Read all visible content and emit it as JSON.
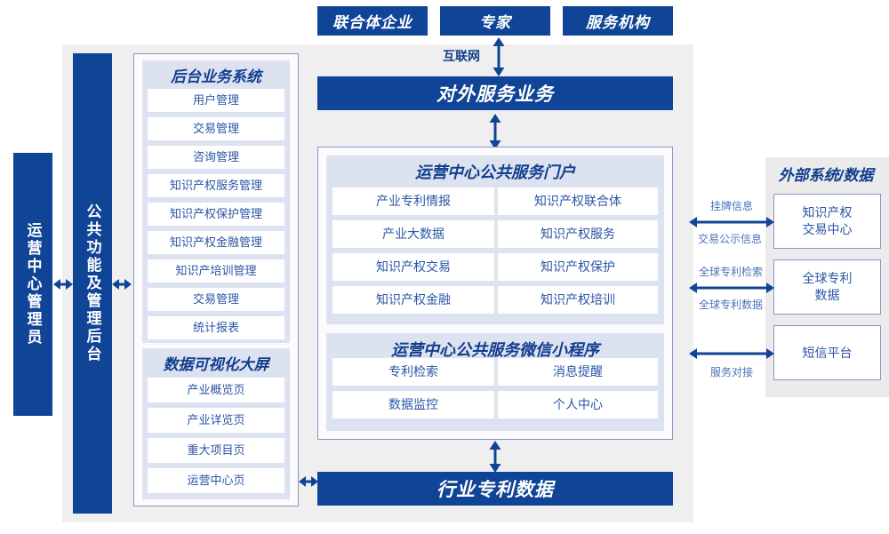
{
  "colors": {
    "primary_blue": "#0f4496",
    "title_blue": "#123e8e",
    "cell_text_blue": "#2b56a6",
    "label_blue": "#4b72b8",
    "group_bg": "#dde2f0",
    "canvas_bg": "#efefef",
    "panel_bg": "#ebebeb",
    "card_border": "#8e93c4"
  },
  "top_actors": [
    {
      "label": "联合体企业"
    },
    {
      "label": "专家"
    },
    {
      "label": "服务机构"
    }
  ],
  "internet_label": "互联网",
  "external_service_bar": "对外服务业务",
  "industry_data_bar": "行业专利数据",
  "left_bars": [
    {
      "label": "运营中心管理员"
    },
    {
      "label": "公共功能及管理后台"
    }
  ],
  "backend_group": {
    "title": "后台业务系统",
    "items": [
      {
        "label": "用户管理"
      },
      {
        "label": "交易管理"
      },
      {
        "label": "咨询管理"
      },
      {
        "label": "知识产权服务管理"
      },
      {
        "label": "知识产权保护管理"
      },
      {
        "label": "知识产权金融管理"
      },
      {
        "label": "知识产培训管理"
      },
      {
        "label": "交易管理"
      },
      {
        "label": "统计报表"
      }
    ]
  },
  "visualization_group": {
    "title": "数据可视化大屏",
    "items": [
      {
        "label": "产业概览页"
      },
      {
        "label": "产业详览页"
      },
      {
        "label": "重大项目页"
      },
      {
        "label": "运营中心页"
      }
    ]
  },
  "portal_group": {
    "title": "运营中心公共服务门户",
    "items": [
      {
        "label": "产业专利情报"
      },
      {
        "label": "知识产权联合体"
      },
      {
        "label": "产业大数据"
      },
      {
        "label": "知识产权服务"
      },
      {
        "label": "知识产权交易"
      },
      {
        "label": "知识产权保护"
      },
      {
        "label": "知识产权金融"
      },
      {
        "label": "知识产权培训"
      }
    ]
  },
  "miniprogram_group": {
    "title": "运营中心公共服务微信小程序",
    "items": [
      {
        "label": "专利检索"
      },
      {
        "label": "消息提醒"
      },
      {
        "label": "数据监控"
      },
      {
        "label": "个人中心"
      }
    ]
  },
  "external_panel": {
    "title": "外部系统/数据",
    "boxes": [
      {
        "label": "知识产权\n交易中心"
      },
      {
        "label": "全球专利\n数据"
      },
      {
        "label": "短信平台"
      }
    ],
    "connections": [
      {
        "above": "挂牌信息",
        "below": "交易公示信息"
      },
      {
        "above": "全球专利检索",
        "below": "全球专利数据"
      },
      {
        "above": "",
        "below": "服务对接"
      }
    ]
  }
}
